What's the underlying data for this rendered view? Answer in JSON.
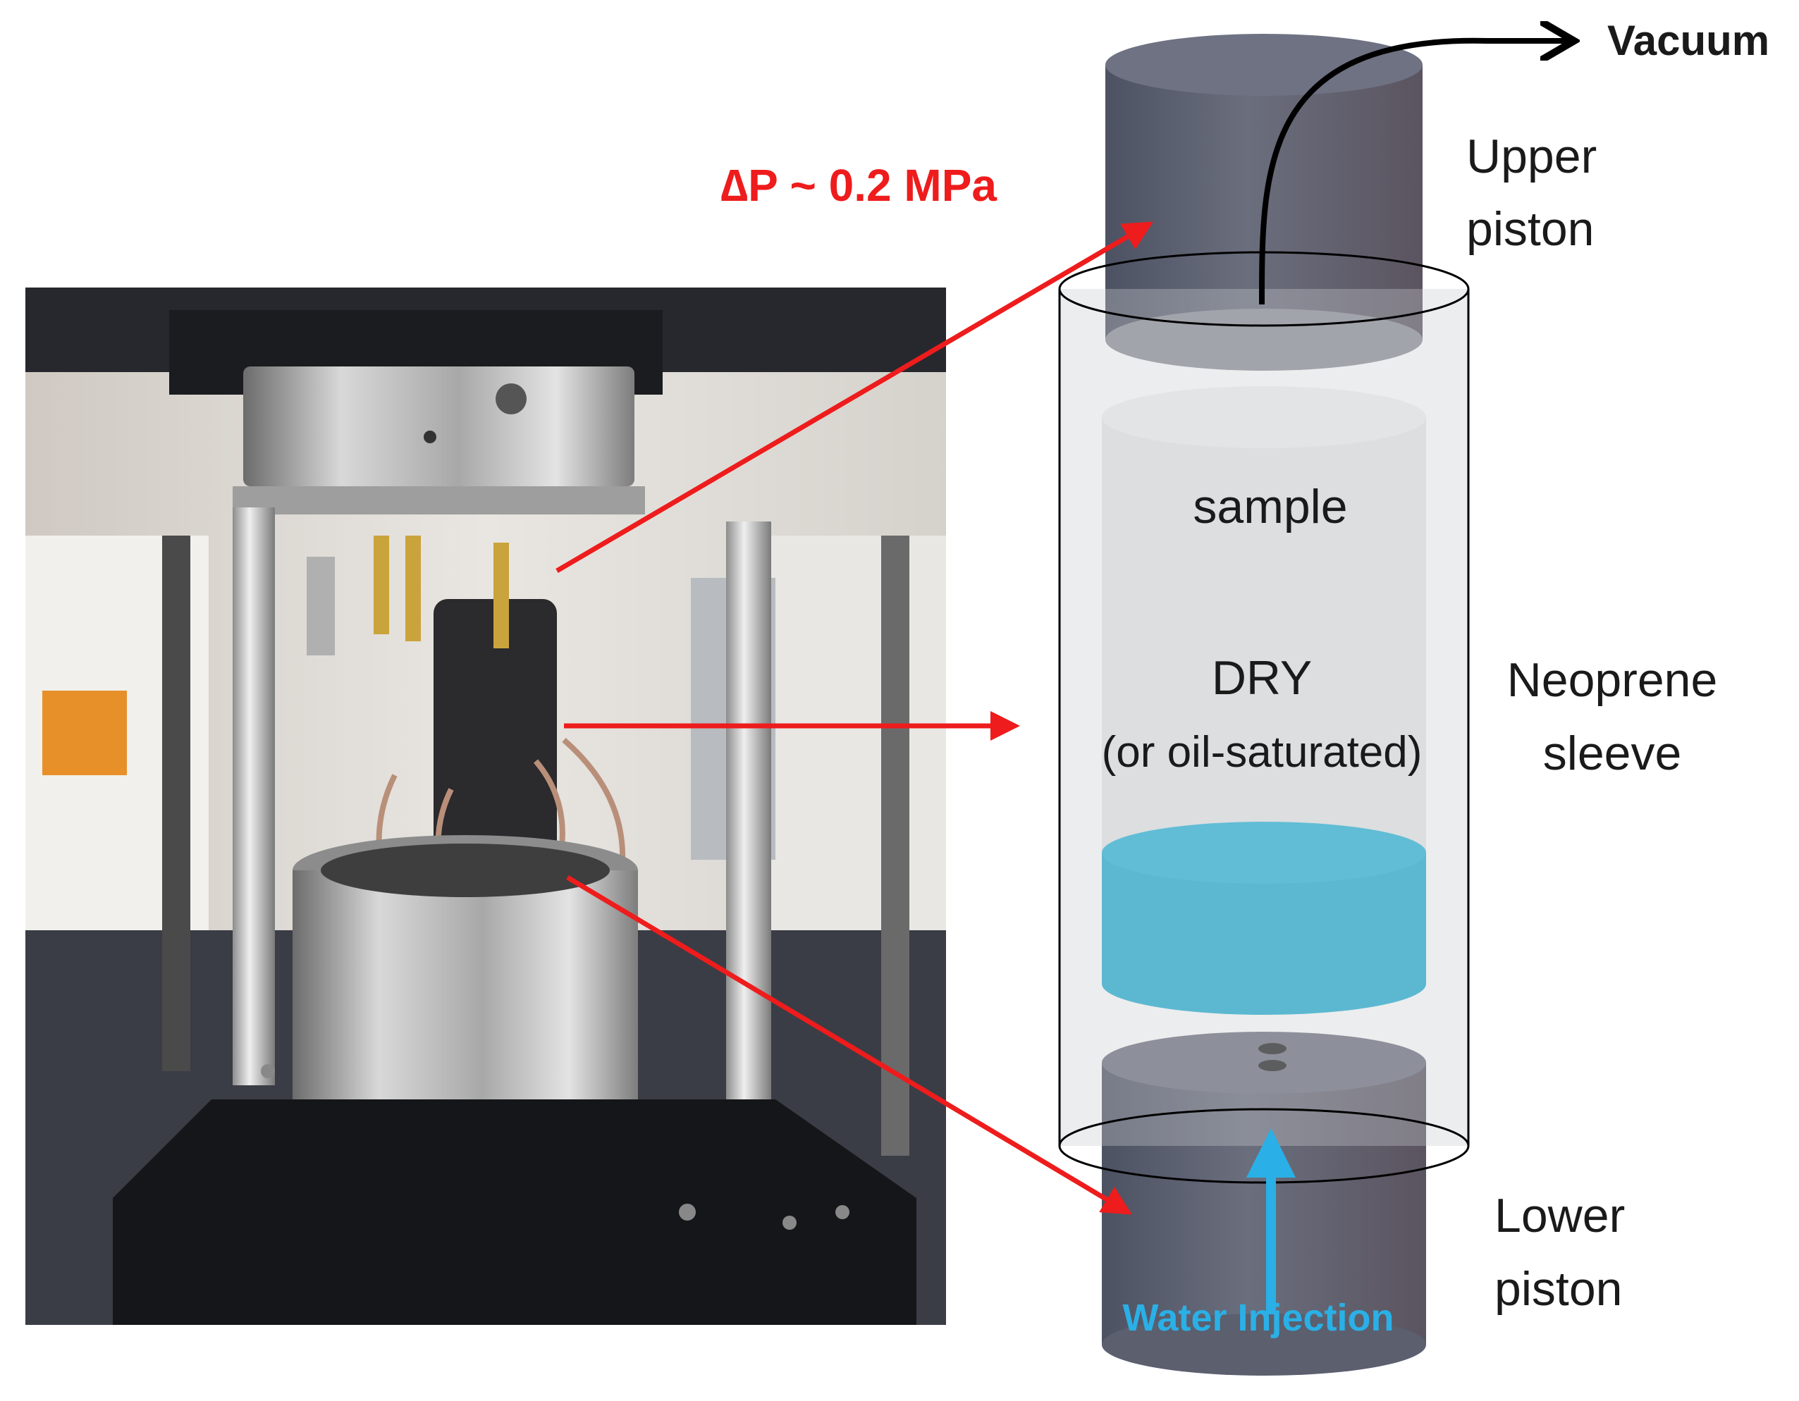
{
  "annotations": {
    "vacuum": "Vacuum",
    "pressure": "∆P ~ 0.2 MPa",
    "upper_piston_line1": "Upper",
    "upper_piston_line2": "piston",
    "sample": "sample",
    "dry": "DRY",
    "oil": "(or oil-saturated)",
    "neoprene_line1": "Neoprene",
    "neoprene_line2": "sleeve",
    "lower_piston_line1": "Lower",
    "lower_piston_line2": "piston",
    "water_injection": "Water Injection"
  },
  "colors": {
    "annotation_red": "#ee1c1c",
    "water_blue": "#23aed3",
    "injection_text": "#2ab0e6",
    "piston_gray": "#5c6070",
    "sleeve_gray": "#d6d8db",
    "text_dark": "#1a1a1a"
  },
  "photo": {
    "description_icon": "triaxial-cell-photo"
  }
}
